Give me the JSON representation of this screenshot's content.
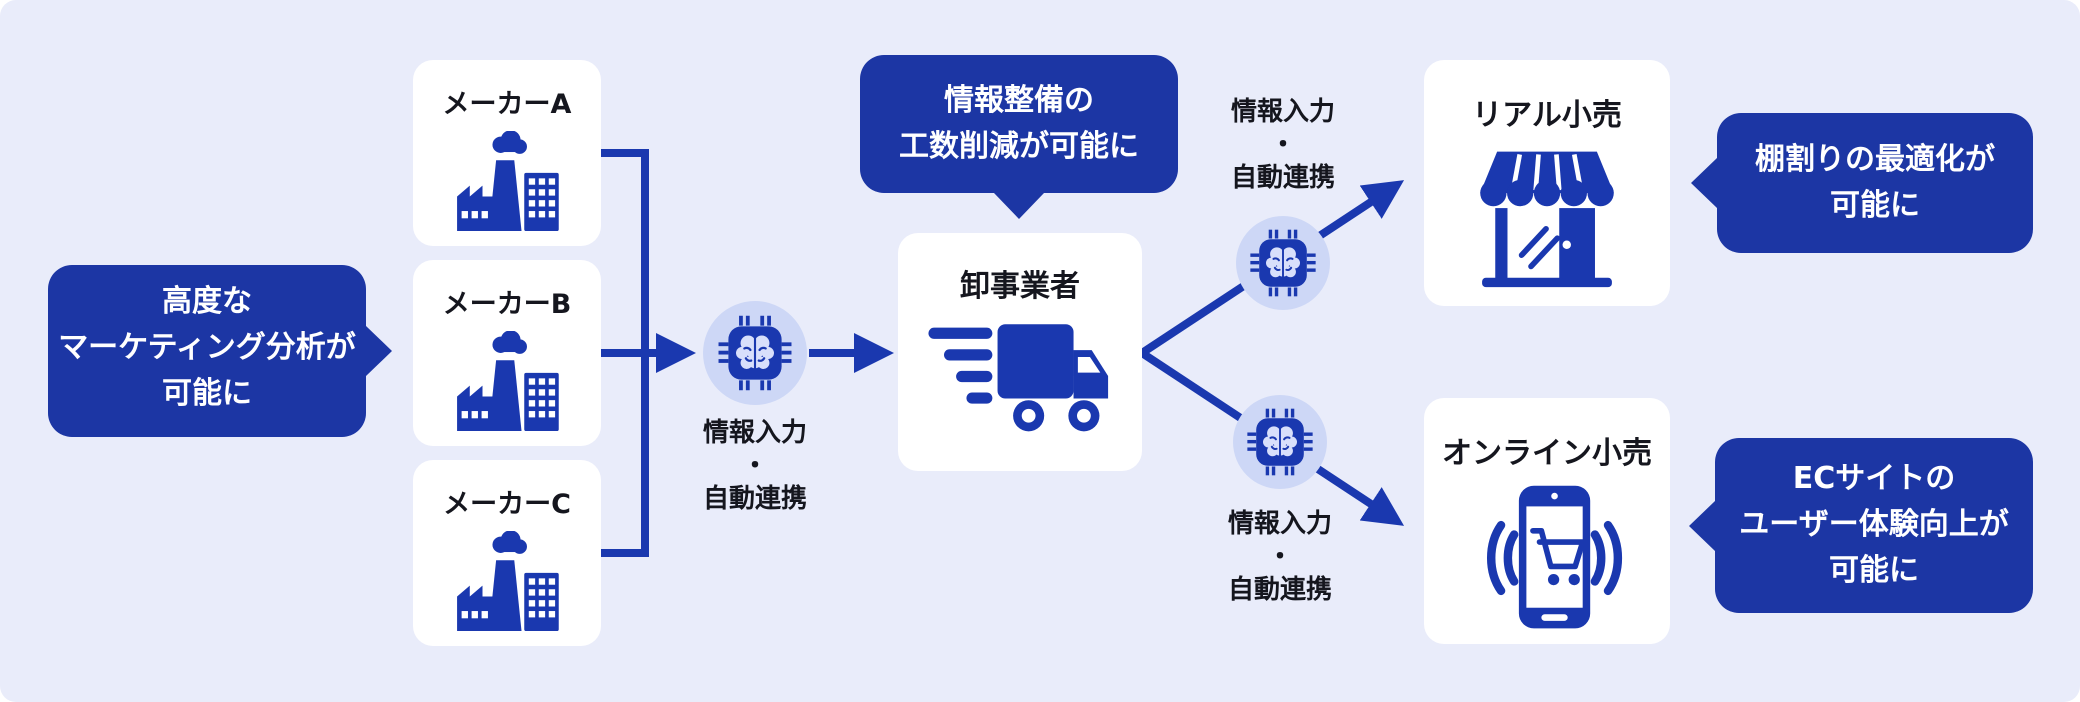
{
  "palette": {
    "canvas_bg": "#e9ecfa",
    "bubble_blue": "#1c36a4",
    "icon_blue": "#1a38af",
    "chip_circle_bg": "#cdd7f6",
    "brain_light": "#d8dffb",
    "card_bg": "#ffffff",
    "text_dark": "#15161e",
    "text_light": "#ffffff"
  },
  "callouts": {
    "marketing": {
      "lines": [
        "高度な",
        "マーケティング分析が",
        "可能に"
      ]
    },
    "workload": {
      "lines": [
        "情報整備の",
        "工数削減が可能に"
      ]
    },
    "shelf": {
      "lines": [
        "棚割りの最適化が",
        "可能に"
      ]
    },
    "ec": {
      "lines": [
        "ECサイトの",
        "ユーザー体験向上が",
        "可能に"
      ]
    }
  },
  "makers": [
    {
      "label": "メーカーA"
    },
    {
      "label": "メーカーB"
    },
    {
      "label": "メーカーC"
    }
  ],
  "wholesaler": {
    "label": "卸事業者"
  },
  "retailers": {
    "real": {
      "label": "リアル小売"
    },
    "online": {
      "label": "オンライン小売"
    }
  },
  "ai_labels": {
    "center": {
      "lines": [
        "情報入力",
        "・",
        "自動連携"
      ]
    },
    "upper": {
      "lines": [
        "情報入力",
        "・",
        "自動連携"
      ]
    },
    "lower": {
      "lines": [
        "情報入力",
        "・",
        "自動連携"
      ]
    }
  },
  "icons": {
    "factory": "factory-icon",
    "ai_chip": "ai-chip-icon",
    "truck": "delivery-truck-icon",
    "store": "storefront-icon",
    "phone": "smartphone-cart-icon"
  }
}
